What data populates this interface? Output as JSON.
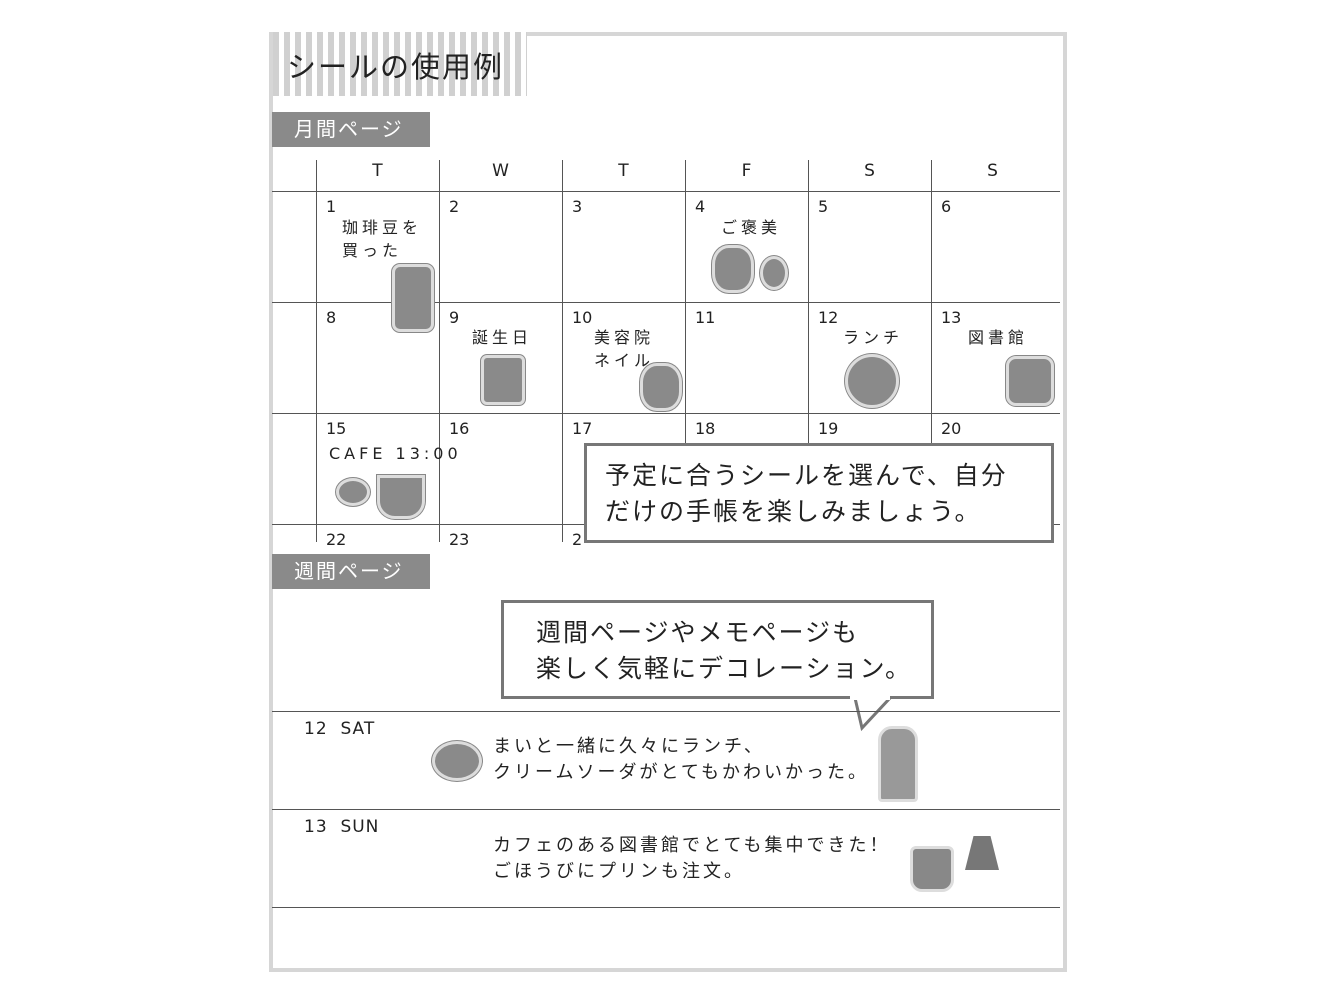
{
  "title": "シールの使用例",
  "monthly": {
    "label": "月間ページ",
    "weekdays": [
      "T",
      "W",
      "T",
      "F",
      "S",
      "S"
    ],
    "rows": [
      [
        "1",
        "2",
        "3",
        "4",
        "5",
        "6"
      ],
      [
        "8",
        "9",
        "10",
        "11",
        "12",
        "13"
      ],
      [
        "15",
        "16",
        "17",
        "18",
        "19",
        "20"
      ],
      [
        "22",
        "23",
        "2"
      ]
    ],
    "notes": {
      "d1": "珈琲豆を\n買った",
      "d4": "ご褒美",
      "d9": "誕生日",
      "d10": "美容院\nネイル",
      "d12": "ランチ",
      "d13": "図書館",
      "d15": "CAFE 13:00"
    },
    "stickers": [
      "coffee-dripper",
      "cupcake",
      "madeleine",
      "strawberry-cake",
      "mont-blanc",
      "waffle",
      "mug",
      "coffee-beans",
      "coffee-cup"
    ],
    "callout": "予定に合うシールを選んで、自分\nだけの手帳を楽しみましょう。"
  },
  "weekly": {
    "label": "週間ページ",
    "callout": "週間ページやメモページも\n楽しく気軽にデコレーション。",
    "entries": [
      {
        "day": "12  SAT",
        "text": "まいと一緒に久々にランチ、\nクリームソーダがとてもかわいかった。",
        "stickers": [
          "bean-plate",
          "cream-soda"
        ]
      },
      {
        "day": "13  SUN",
        "text": "カフェのある図書館でとても集中できた！\nごほうびにプリンも注文。",
        "stickers": [
          "latte-mug",
          "pudding"
        ]
      }
    ]
  }
}
